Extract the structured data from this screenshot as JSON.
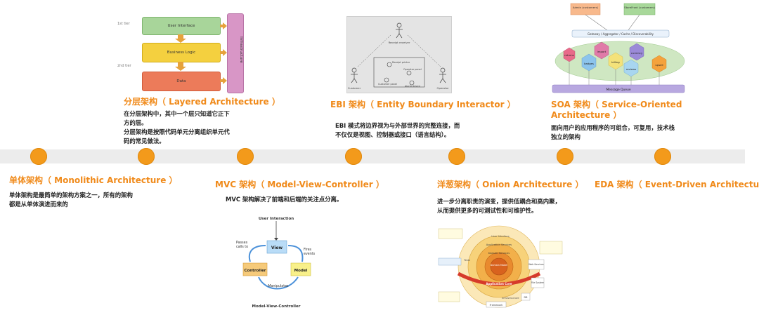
{
  "architectures": [
    {
      "id": "monolithic",
      "title": "单体架构（ Monolithic Architecture ）",
      "desc": [
        "单体架构是最简单的架构方案之一，所有的架构",
        "都是从单体演进而来的"
      ]
    },
    {
      "id": "layered",
      "title": "分层架构（ Layered Architecture ）",
      "desc": [
        "在分层架构中，其中一个层只知道它正下",
        "方的层。",
        "分层架构是按照代码单元分离组织单元代",
        "码的常见做法。"
      ]
    },
    {
      "id": "mvc",
      "title": "MVC 架构（ Model-View-Controller ）",
      "desc": [
        "MVC 架构解决了前端和后端的关注点分离。"
      ]
    },
    {
      "id": "ebi",
      "title": "EBI 架构（ Entity Boundary Interactor ）",
      "desc": [
        "EBI 模式将边界视为与外部世界的完整连接，而",
        "不仅仅是视图、控制器或接口（语言结构）。"
      ]
    },
    {
      "id": "onion",
      "title": "洋葱架构（ Onion Architecture ）",
      "desc": [
        "进一步分离职责的演变，提供低耦合和高内聚，",
        "从而提供更多的可测试性和可维护性。"
      ]
    },
    {
      "id": "soa",
      "title": "SOA 架构（ Service-Oriented Architecture ）",
      "desc": [
        "面向用户的应用程序的可组合，可复用，技术栈",
        "独立的架构"
      ]
    },
    {
      "id": "eda",
      "title": "EDA 架构（ Event-Driven Architecture ）",
      "desc": []
    }
  ],
  "layered_fig": {
    "tier1": "1st tier",
    "tier2": "2nd tier",
    "ui": "User Interface",
    "bl": "Business Logic",
    "data": "Data",
    "infra": "Infrastructure"
  },
  "mvc_fig": {
    "user": "User Interaction",
    "view": "View",
    "controller": "Controller",
    "model": "Model",
    "passes": "Passes",
    "calls_to": "calls to",
    "fires": "Fires",
    "events": "events",
    "manipulates": "Manipulates",
    "caption": "Model-View-Controller"
  },
  "ebi_fig": {
    "customer": "Customer",
    "operator": "Operator",
    "interactor": "Receipt receiver",
    "labels": [
      "Receipt printer",
      "Customer panel",
      "Operator panel",
      "Alarm device"
    ]
  },
  "soa_fig": {
    "admin": "Admin (customers)",
    "storefront": "StoreFront (customers)",
    "gateway": "Gateway / Aggregator / Cache / Discoverability",
    "services": [
      "returns",
      "import",
      "currency",
      "badges",
      "billing",
      "reviews",
      "upsell"
    ],
    "queue": "Message Queue"
  },
  "onion_fig": {
    "ui": "User Interface",
    "app_services": "Application Services",
    "domain_services": "Domain Services",
    "domain_model": "Domain Model",
    "app_core": "Application Core",
    "tests": "Tests",
    "infrastructure": "Infrastructure",
    "web_services": "Web Services",
    "file_system": "File System",
    "db": "DB",
    "framework": "Framework"
  },
  "colors": {
    "accent": "#f08a1a",
    "dot": "#f39a1b"
  }
}
